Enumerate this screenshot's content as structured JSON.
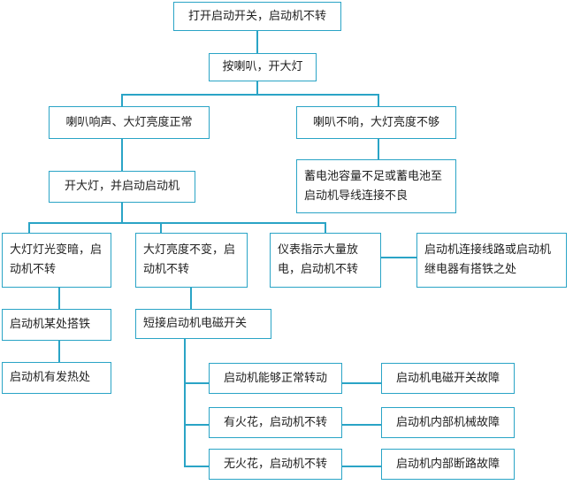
{
  "colors": {
    "line": "#2aa4c6",
    "text": "#222222",
    "background": "#ffffff"
  },
  "nodes": {
    "start": "打开启动开关，启动机不转",
    "horn_lights": "按喇叭，开大灯",
    "horn_normal": "喇叭响声、大灯亮度正常",
    "horn_weak": "喇叭不响，大灯亮度不够",
    "battery_fault": "蓄电池容量不足或蓄电池至启动机导线连接不良",
    "lights_start": "开大灯，并启动启动机",
    "lights_dim": "大灯灯光变暗，启动机不转",
    "lights_unchanged": "大灯亮度不变，启动机不转",
    "ammeter_large": "仪表指示大量放电，启动机不转",
    "wiring_short": "启动机连接线路或启动机继电器有搭铁之处",
    "starter_grounded": "启动机某处搭铁",
    "starter_hot": "启动机有发热处",
    "short_switch": "短接启动机电磁开关",
    "turns_normally": "启动机能够正常转动",
    "spark_no_turn": "有火花，启动机不转",
    "no_spark_no_turn": "无火花，启动机不转",
    "switch_fault": "启动机电磁开关故障",
    "mech_fault": "启动机内部机械故障",
    "open_circuit_fault": "启动机内部断路故障"
  }
}
